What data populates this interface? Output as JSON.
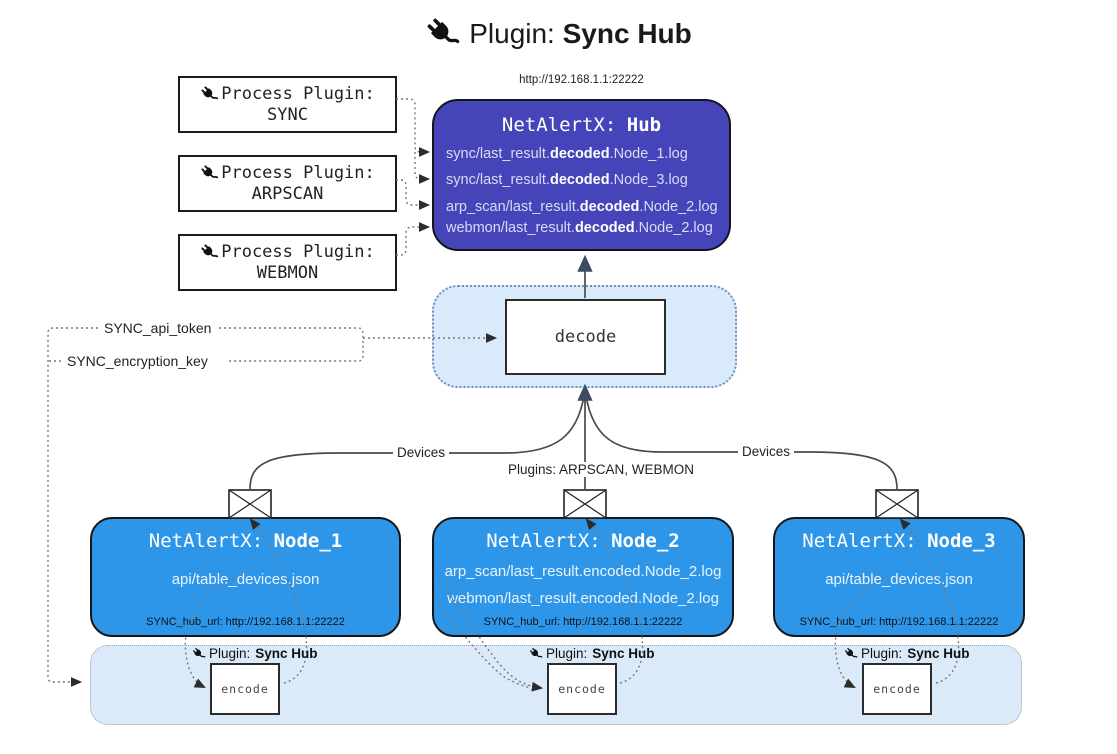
{
  "title": {
    "prefix": "Plugin:",
    "name": "Sync Hub"
  },
  "process_plugins": [
    {
      "label": "Process Plugin:",
      "name": "SYNC"
    },
    {
      "label": "Process Plugin:",
      "name": "ARPSCAN"
    },
    {
      "label": "Process Plugin:",
      "name": "WEBMON"
    }
  ],
  "hub": {
    "url": "http://192.168.1.1:22222",
    "title_prefix": "NetAlertX:",
    "title_name": "Hub",
    "logs": [
      {
        "pre": "sync/last_result.",
        "bold": "decoded",
        "post": ".Node_1.log"
      },
      {
        "pre": "sync/last_result.",
        "bold": "decoded",
        "post": ".Node_3.log"
      },
      {
        "pre": "arp_scan/last_result.",
        "bold": "decoded",
        "post": ".Node_2.log"
      },
      {
        "pre": "webmon/last_result.",
        "bold": "decoded",
        "post": ".Node_2.log"
      }
    ]
  },
  "decode": {
    "label": "decode"
  },
  "settings": {
    "api_token": "SYNC_api_token",
    "encryption_key": "SYNC_encryption_key"
  },
  "edges": {
    "devices": "Devices",
    "plugins": "Plugins: ARPSCAN, WEBMON"
  },
  "nodes": [
    {
      "title_prefix": "NetAlertX:",
      "title_name": "Node_1",
      "files": [
        "api/table_devices.json"
      ],
      "hub_url": "SYNC_hub_url: http://192.168.1.1:22222"
    },
    {
      "title_prefix": "NetAlertX:",
      "title_name": "Node_2",
      "files": [
        "arp_scan/last_result.encoded.Node_2.log",
        "webmon/last_result.encoded.Node_2.log"
      ],
      "hub_url": "SYNC_hub_url: http://192.168.1.1:22222"
    },
    {
      "title_prefix": "NetAlertX:",
      "title_name": "Node_3",
      "files": [
        "api/table_devices.json"
      ],
      "hub_url": "SYNC_hub_url: http://192.168.1.1:22222"
    }
  ],
  "encode_panel": {
    "plugin_prefix": "Plugin:",
    "plugin_name": "Sync Hub",
    "encode_label": "encode"
  },
  "colors": {
    "hub_bg": "#4545b9",
    "node_bg": "#2e96e8",
    "panel_bg": "#d9eafb",
    "bar_bg": "#daeaf9",
    "panel_border": "#7191bd",
    "arrow_dark": "#3d4a61",
    "hub_text": "#d9dcf2",
    "node_text": "#e9f4fe"
  }
}
